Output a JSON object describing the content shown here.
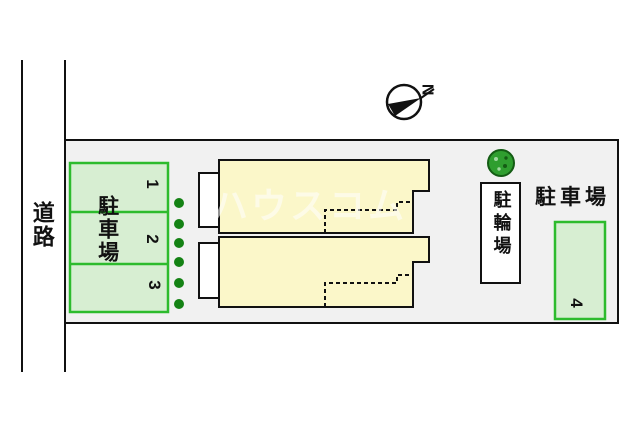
{
  "plan": {
    "title": "site-layout-plan",
    "road_label": "道路",
    "watermark": "ハウスコム",
    "compass": {
      "north_label": "N"
    },
    "parking_left": {
      "label": "駐車場",
      "stalls": [
        "1",
        "2",
        "3"
      ]
    },
    "parking_right": {
      "label": "駐車場",
      "stall": "4"
    },
    "bicycle": {
      "label": "駐輪場"
    },
    "colors": {
      "page_bg": "#ffffff",
      "plot_fill": "#f1f1f1",
      "outline": "#111111",
      "parking_fill": "#d7eed2",
      "parking_border": "#2dbb2d",
      "building_fill": "#fbf7c9",
      "porch_fill": "#ffffff",
      "bike_box_fill": "#ffffff",
      "dot_green": "#148214",
      "tree_green": "#2f9e2f",
      "tree_dark": "#145c14",
      "needle_black": "#111111"
    }
  }
}
